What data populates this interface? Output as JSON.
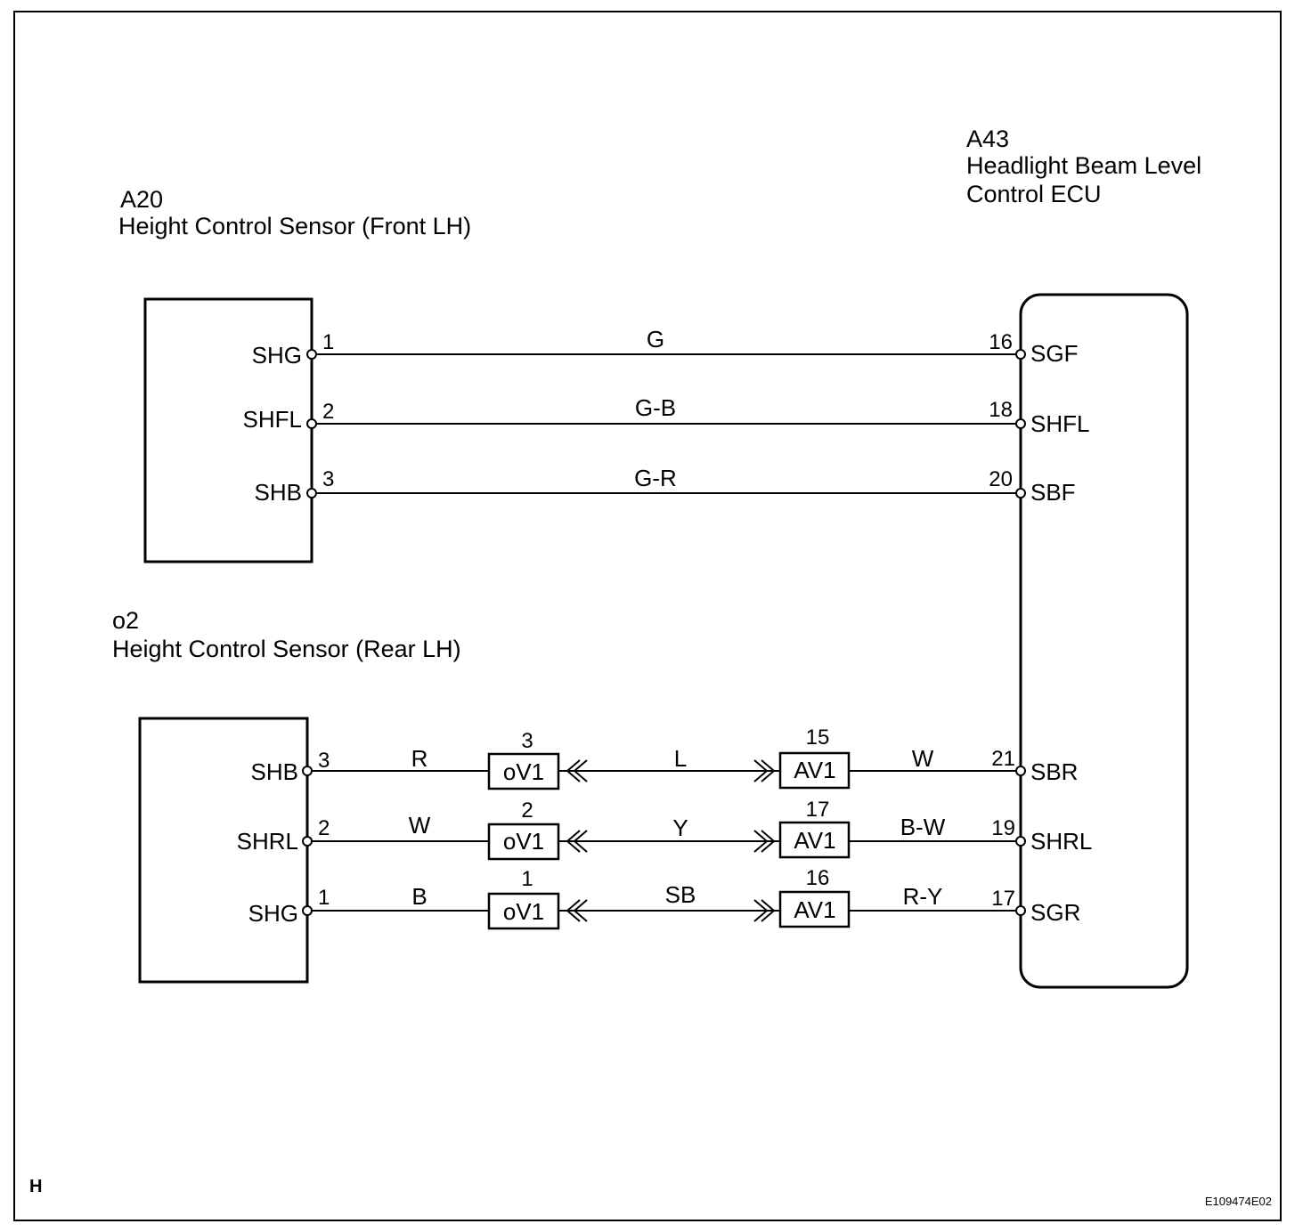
{
  "a20": {
    "id": "A20",
    "name": "Height Control Sensor (Front LH)",
    "terms": [
      "SHG",
      "SHFL",
      "SHB"
    ],
    "pins": [
      "1",
      "2",
      "3"
    ]
  },
  "a43": {
    "id": "A43",
    "name_line1": "Headlight Beam Level",
    "name_line2": "Control ECU",
    "terms": [
      "SGF",
      "SHFL",
      "SBF",
      "SBR",
      "SHRL",
      "SGR"
    ],
    "pins": [
      "16",
      "18",
      "20",
      "21",
      "19",
      "17"
    ]
  },
  "o2": {
    "id": "o2",
    "name": "Height Control Sensor (Rear LH)",
    "terms": [
      "SHB",
      "SHRL",
      "SHG"
    ],
    "pins": [
      "3",
      "2",
      "1"
    ]
  },
  "wires_front": [
    "G",
    "G-B",
    "G-R"
  ],
  "rear_wires": {
    "left": [
      "R",
      "W",
      "B"
    ],
    "mid": [
      "L",
      "Y",
      "SB"
    ],
    "right": [
      "W",
      "B-W",
      "R-Y"
    ]
  },
  "ov1": {
    "label": "oV1",
    "pins": [
      "3",
      "2",
      "1"
    ]
  },
  "av1": {
    "label": "AV1",
    "pins": [
      "15",
      "17",
      "16"
    ]
  },
  "corner_code": "H",
  "figure_code": "E109474E02"
}
